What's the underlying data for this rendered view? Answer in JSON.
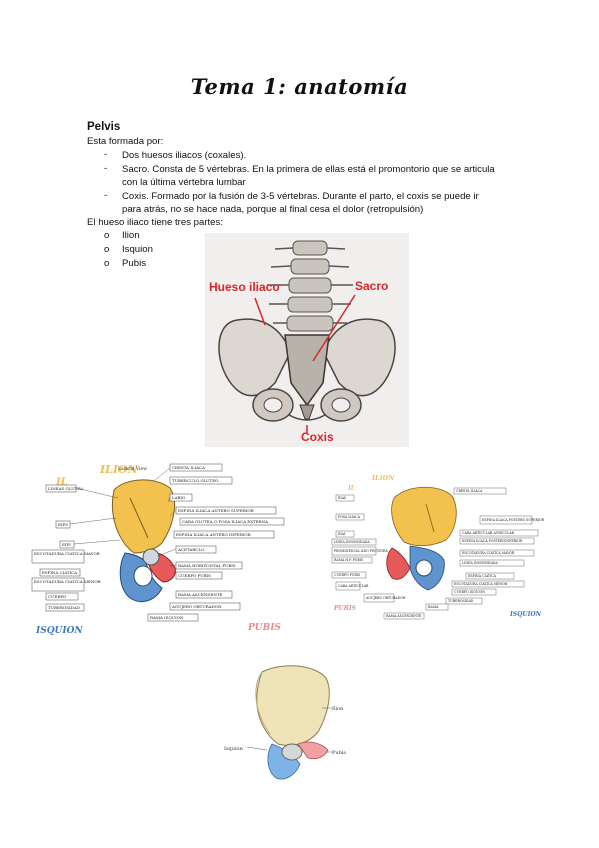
{
  "title": "Tema 1: anatomía",
  "section": "Pelvis",
  "intro": "Esta formada por:",
  "components": [
    {
      "line1": "Dos huesos iliacos (coxales).",
      "line2": ""
    },
    {
      "line1": "Sacro. Consta de 5 vértebras. En la primera de ellas está el promontorio que se articula",
      "line2": "con la última vértebra lumbar"
    },
    {
      "line1": "Coxis. Formado por la fusión de 3-5 vértebras. Durante el parto, el coxis se puede ir",
      "line2": "para atrás, no se hace nada, porque al final cesa el dolor (retropulsión)"
    }
  ],
  "parts_intro": "El hueso iliaco tiene tres partes:",
  "parts": [
    "Ilion",
    "Isquion",
    "Pubis"
  ],
  "bullet_marker": "o",
  "dash_marker": "-",
  "pelvis_figure": {
    "labels": {
      "hueso_iliaco": "Hueso iliaco",
      "sacro": "Sacro",
      "coxis": "Coxis"
    },
    "label_color": "#d9262b"
  },
  "lateral_figure_left": {
    "header": "ILION",
    "header_sub": "IL",
    "view": "Lateral View",
    "labels_right": [
      "CRESTA ILIACA",
      "TUBERCULO GLUTEO",
      "LABIO",
      "ESPINA ILIACA ANTERO SUPERIOR",
      "CARA GLUTEA O FOSA ILIACA EXTERNA",
      "ESPINA ILIACA ANTERO INFERIOR",
      "ACETABULO",
      "RAMA HORIZONTAL PUBIS",
      "CUERPO PUBIS",
      "RAMA ASCENDENTE",
      "AGUJERO OBTURADOR",
      "RAMA ISQUION"
    ],
    "labels_left": [
      "LINEAS GLUTEA",
      "EIPS",
      "EIPI",
      "ESCOTADURA CIATICA MAYOR",
      "ESPINA CIATICA",
      "ESCOTADURA CIATICA MENOR",
      "CUERPO",
      "TUBEROSIDAD"
    ],
    "isquion": "ISQUION",
    "pubis": "PUBIS"
  },
  "lateral_figure_right": {
    "header": "ILION",
    "header_sub": "IL",
    "labels_left": [
      "EIAS",
      "FOSA ILIACA",
      "EIAI",
      "LINEA INNOMINADA",
      "PROMINENCIA ILEO PECTINEA",
      "RAMA H.P. PUBIS",
      "CUERPO PUBIS",
      "CARA ARTICULAR",
      "AGUJERO OBTURADOR",
      "RAMA ASCENDENTE"
    ],
    "labels_right": [
      "CRESTA ILIACA",
      "ESPINA ILIACA POSTERO SUPERIOR",
      "CARA ARTICULAR AURICULAR",
      "ESPINA ILIACA POSTEROINFERIOR",
      "ESCOTADURA CIATICA MAYOR",
      "LINEA INNOMINADA",
      "ESPINA CIATICA",
      "ESCOTADURA CIATICA MENOR",
      "CUERPO ISQUION",
      "TUBEROSIDAD",
      "RAMA"
    ],
    "isquion": "ISQUION",
    "pubis": "PUBIS"
  },
  "bottom_figure": {
    "ilion": "Ilion",
    "isquion": "Isquion",
    "pubis": "Pubis"
  },
  "colors": {
    "ilion": "#f2c14e",
    "isquion": "#5f94cf",
    "pubis": "#e65a5a",
    "label_red": "#d9262b",
    "isquion_text": "#3d78c2",
    "pubis_text": "#e88b8b"
  }
}
